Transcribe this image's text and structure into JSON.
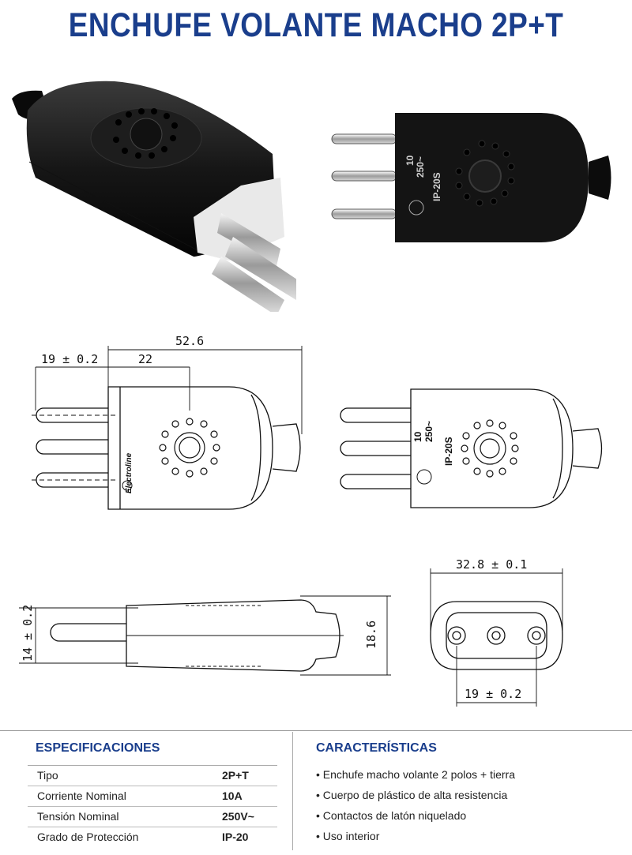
{
  "title": "ENCHUFE VOLANTE MACHO 2P+T",
  "colors": {
    "title_blue": "#1a3e8c",
    "product_black": "#111111"
  },
  "front_face_marks": {
    "rating_top": "10",
    "rating_bottom": "250~",
    "ip": "IP-20S"
  },
  "side_brand": "Electroline",
  "dimensions": {
    "overall_length": "52.6",
    "pin_length": "19 ± 0.2",
    "pin_to_center": "22",
    "pin_height": "14 ± 0.2",
    "body_height": "18.6",
    "width": "32.8 ± 0.1",
    "pin_spacing": "19 ± 0.2"
  },
  "specs": {
    "heading": "ESPECIFICACIONES",
    "rows": [
      {
        "label": "Tipo",
        "value": "2P+T"
      },
      {
        "label": "Corriente Nominal",
        "value": "10A"
      },
      {
        "label": "Tensión Nominal",
        "value": "250V~"
      },
      {
        "label": "Grado de Protección",
        "value": "IP-20"
      }
    ]
  },
  "features": {
    "heading": "CARACTERÍSTICAS",
    "items": [
      "• Enchufe macho volante 2 polos + tierra",
      "• Cuerpo de plástico de alta resistencia",
      "• Contactos de latón niquelado",
      "• Uso interior"
    ]
  }
}
